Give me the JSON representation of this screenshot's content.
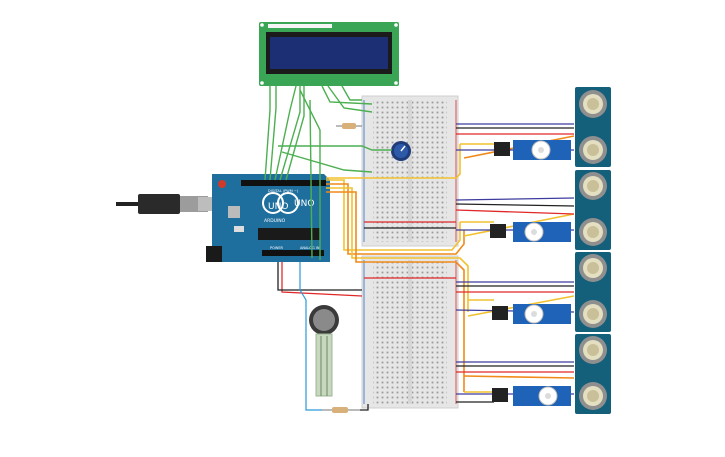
{
  "circuit": {
    "arduino": {
      "brand": "ARDUINO",
      "model": "UNO",
      "header_digital": "DIGITAL (PWM ~)",
      "header_power": "POWER",
      "header_analog": "ANALOG IN",
      "board_color": "#1f6f9e"
    },
    "lcd": {
      "pcb_color": "#3aa655",
      "screen_color": "#1c2f74"
    },
    "sensors": {
      "count": 4,
      "pcb_color": "#14607a"
    },
    "servos": {
      "count": 4,
      "body_color": "#1e63b8"
    },
    "wire_colors": {
      "signal": "#f2c12e",
      "power": "#e02828",
      "ground": "#222222",
      "lcd": "#4caf50",
      "analog": "#2a9ad8",
      "trig": "#3c3c9e",
      "orange": "#f08a1a"
    }
  }
}
